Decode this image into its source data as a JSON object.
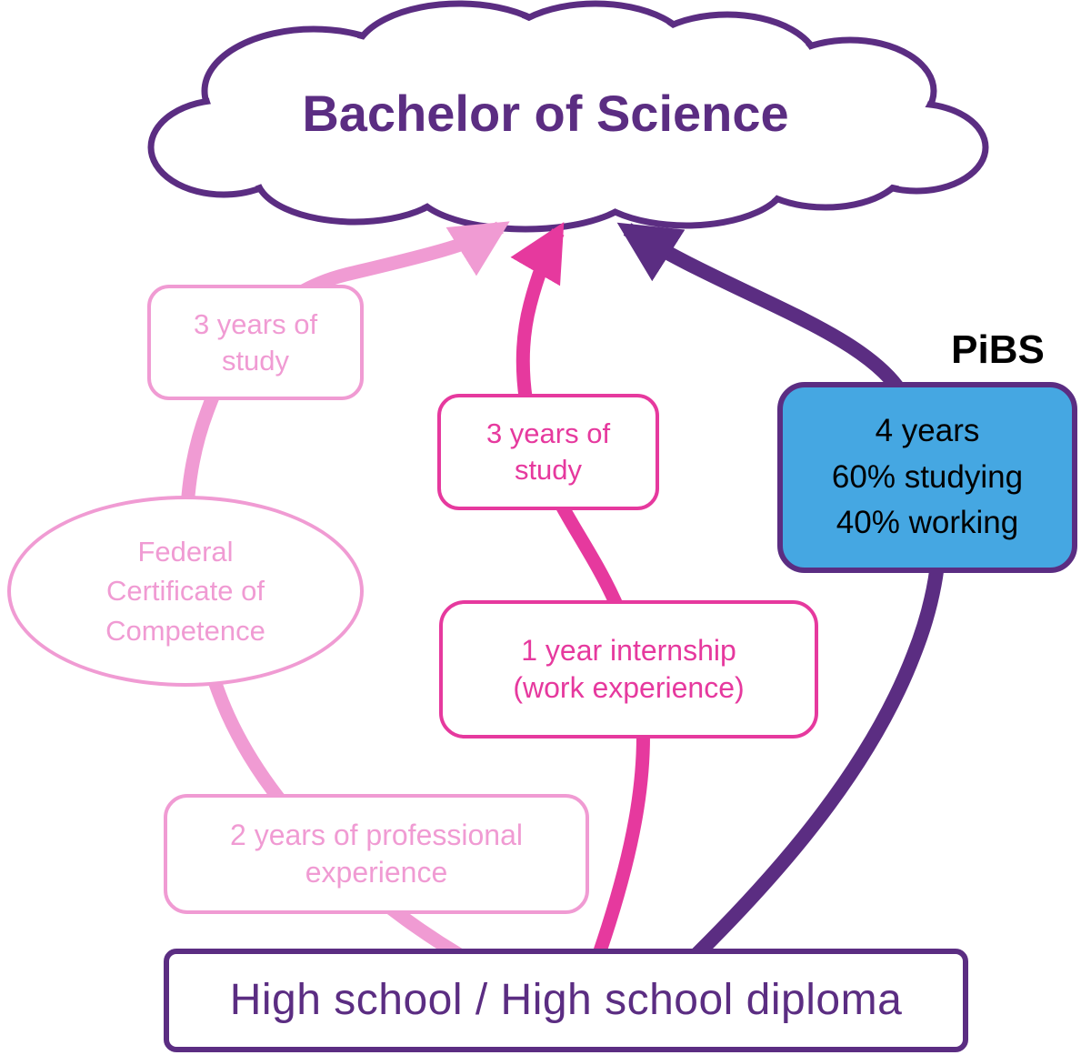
{
  "cloud": {
    "label": "Bachelor of Science"
  },
  "apprenticeship_path": {
    "study_lines": [
      "3 years of",
      "study"
    ],
    "certificate_lines": [
      "Federal",
      "Certificate of",
      "Competence"
    ],
    "experience_lines": [
      "2 years of professional",
      "experience"
    ]
  },
  "internship_path": {
    "study_lines": [
      "3 years of",
      "study"
    ],
    "internship_lines": [
      "1 year internship",
      "(work experience)"
    ]
  },
  "pibs_path": {
    "label": "PiBS",
    "box_lines": [
      "4 years",
      "60% studying",
      "40% working"
    ]
  },
  "base": {
    "label": "High school / High school diploma"
  },
  "colors": {
    "light_pink": "#F09BD3",
    "magenta": "#E6399E",
    "purple": "#5B2D82",
    "blue": "#45A7E2"
  }
}
